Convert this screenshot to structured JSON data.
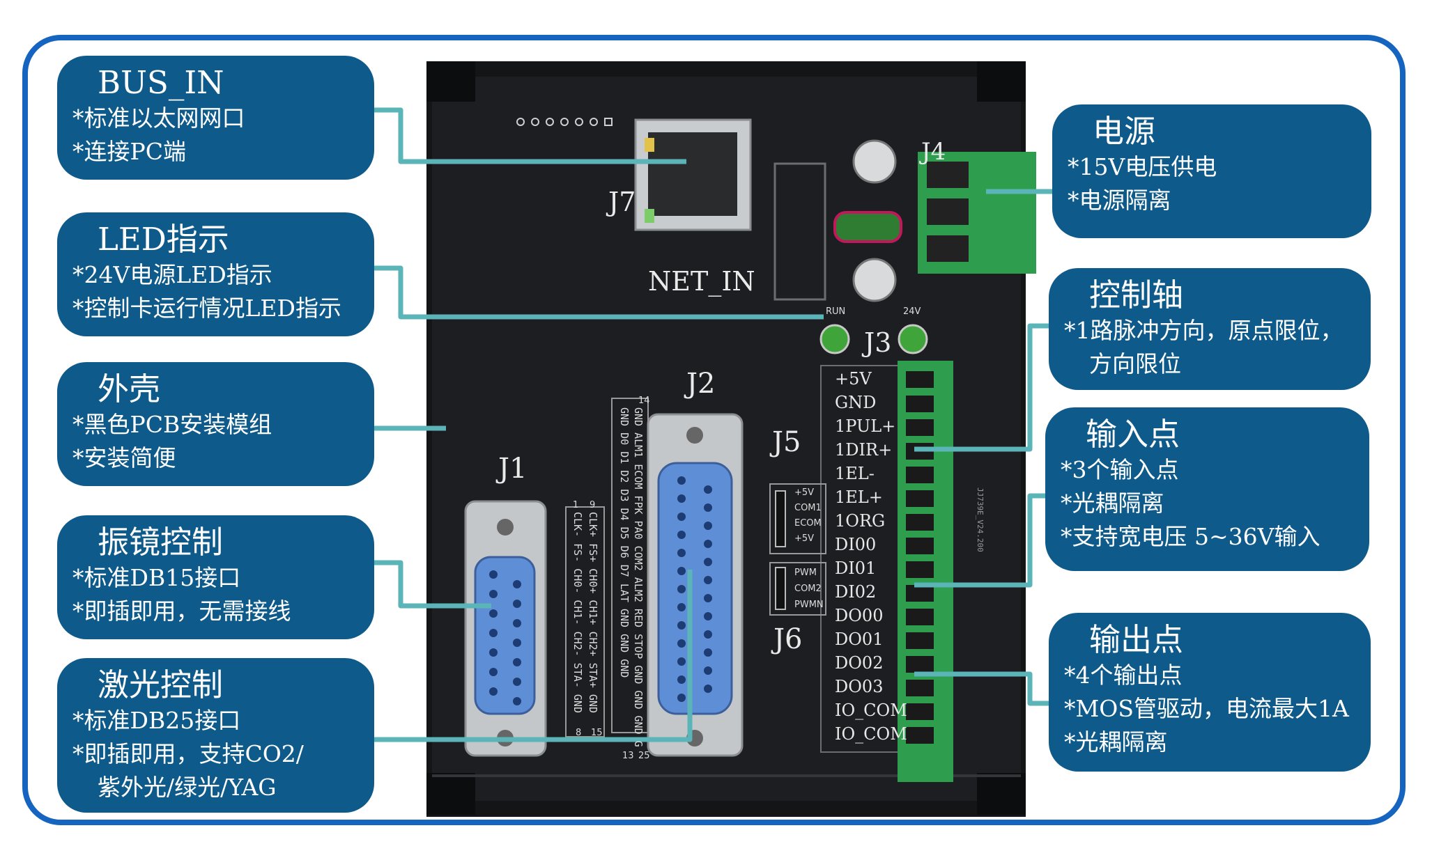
{
  "callouts": {
    "bus_in": {
      "title": "BUS_IN",
      "lines": [
        "*标准以太网网口",
        "*连接PC端"
      ]
    },
    "led": {
      "title": "LED指示",
      "lines": [
        "*24V电源LED指示",
        "*控制卡运行情况LED指示"
      ]
    },
    "shell": {
      "title": "外壳",
      "lines": [
        "*黑色PCB安装模组",
        "*安装简便"
      ]
    },
    "galvo": {
      "title": "振镜控制",
      "lines": [
        "*标准DB15接口",
        "*即插即用，无需接线"
      ]
    },
    "laser": {
      "title": "激光控制",
      "lines": [
        "*标准DB25接口",
        "*即插即用，支持CO2/",
        "紫外光/绿光/YAG"
      ]
    },
    "power": {
      "title": "电源",
      "lines": [
        "*15V电压供电",
        "*电源隔离"
      ]
    },
    "axis": {
      "title": "控制轴",
      "lines": [
        "*1路脉冲方向，原点限位，",
        "方向限位"
      ]
    },
    "inputs": {
      "title": "输入点",
      "lines": [
        "*3个输入点",
        "*光耦隔离",
        "*支持宽电压 5~36V输入"
      ]
    },
    "outputs": {
      "title": "输出点",
      "lines": [
        "*4个输出点",
        "*MOS管驱动，电流最大1A",
        "*光耦隔离"
      ]
    }
  },
  "board": {
    "j1": "J1",
    "j2": "J2",
    "j3": "J3",
    "j4": "J4",
    "j5": "J5",
    "j6": "J6",
    "j7": "J7",
    "net_in": "NET_IN",
    "run": "RUN",
    "v24": "24V",
    "terminals": [
      "+5V",
      "GND",
      "1PUL+",
      "1DIR+",
      "1EL-",
      "1EL+",
      "1ORG",
      "DI00",
      "DI01",
      "DI02",
      "DO00",
      "DO01",
      "DO02",
      "DO03",
      "IO_COM",
      "IO_COM"
    ],
    "j5_pins": [
      "+5V",
      "COM1",
      "ECOM",
      "+5V"
    ],
    "j6_pins": [
      "PWM",
      "COM2",
      "PWMN"
    ],
    "db25_col1": "GND  D0  D1  D2  D3  D4  D5  D6  D7  LAT  GND  GND  GND",
    "db25_col2": "GND ALM1 ECOM FPK PA0 COM2 ALM2 RED STOP GND GND GND G",
    "db15_col1": "CLK- FS- CH0- CH1- CH2- STA- GND",
    "db15_col2": "CLK+ FS+ CH0+ CH1+ CH2+ STA+ GND",
    "pin14": "14",
    "pin25": "25",
    "pin13": "13",
    "pin1": "1",
    "pin9": "9",
    "pin15": "15",
    "pin8": "8",
    "version": "JJ739E_V24.200"
  },
  "colors": {
    "frame": "#1565c0",
    "callout": "#0e5a8a",
    "connector_line": "#5ab4b8",
    "pcb": "#1a1c1e",
    "terminal": "#2e9e4e",
    "db_blue": "#5e8fd6"
  }
}
